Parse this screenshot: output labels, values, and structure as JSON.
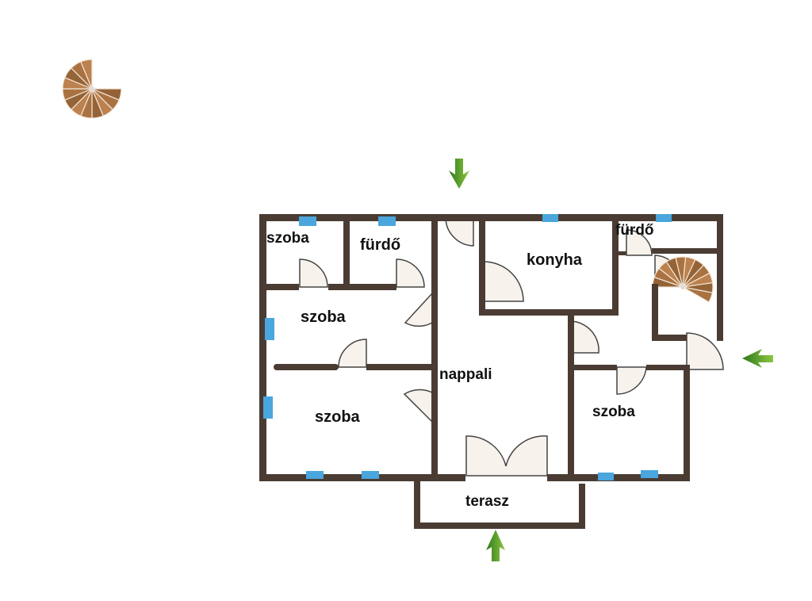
{
  "rooms": {
    "szoba_small": "szoba",
    "furdo_left": "fürdő",
    "szoba_middle": "szoba",
    "szoba_bottom_left": "szoba",
    "nappali": "nappali",
    "konyha": "konyha",
    "furdo_right": "fürdő",
    "szoba_right": "szoba",
    "terasz": "terasz"
  },
  "colors": {
    "wall": "#4a3c33",
    "window": "#4aa6dc",
    "door": "#f7f2ec",
    "arrow": "#4f9a2a",
    "stair": "#8a5a33"
  }
}
